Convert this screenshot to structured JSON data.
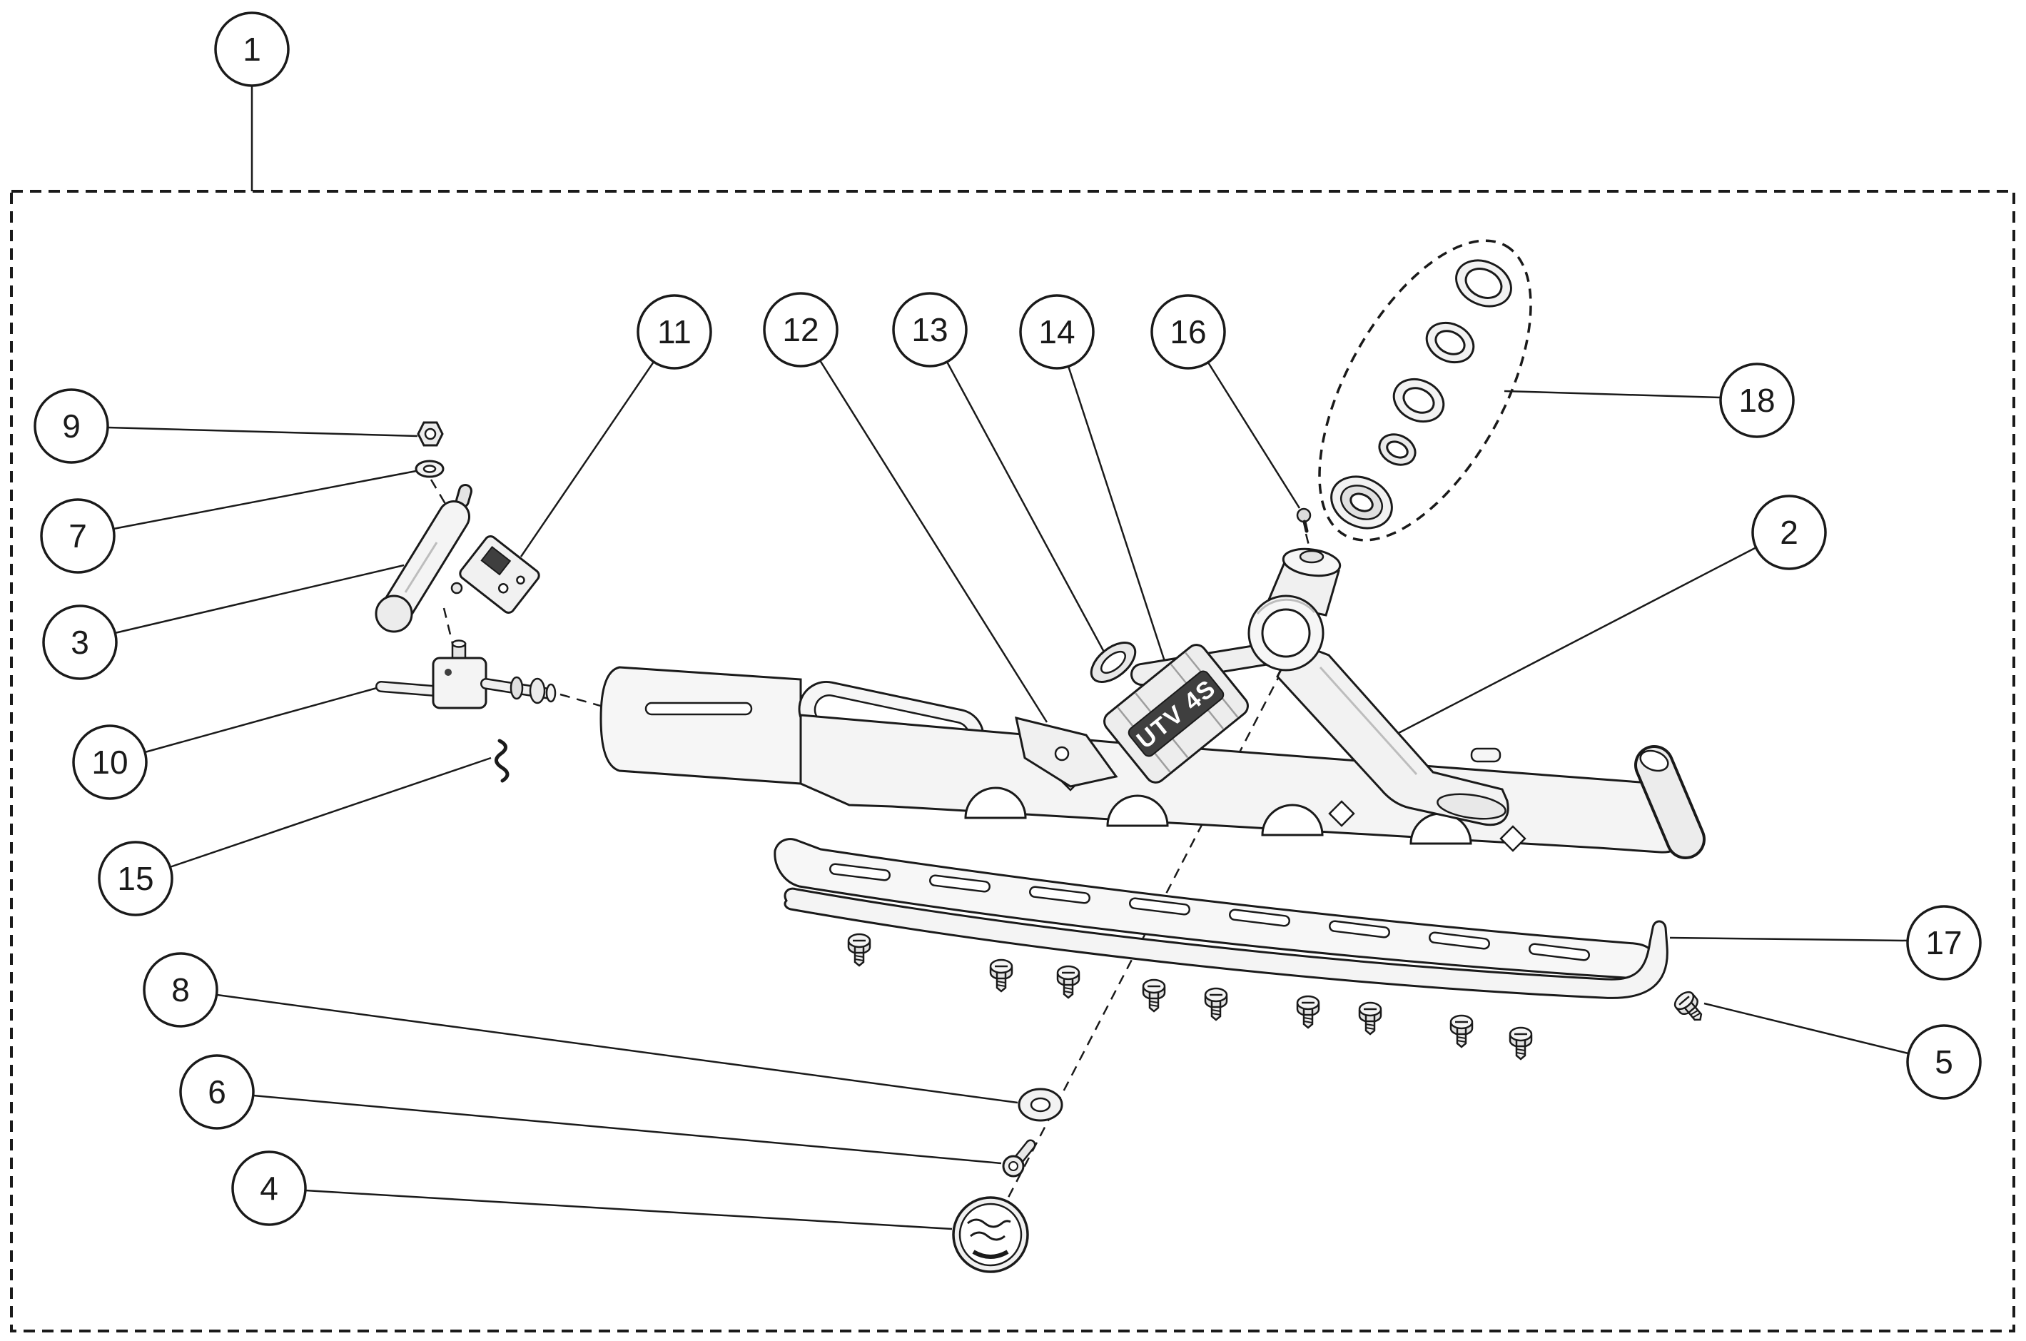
{
  "diagram": {
    "figure_type": "exploded parts diagram",
    "part_label_text": "UTV 4S",
    "colors": {
      "outline": "#1a1a1a",
      "paper": "#ffffff",
      "part_fill_light": "#f4f4f4",
      "part_fill_shade": "#e4e4e4",
      "label_plate_dark": "#3f3f3f"
    },
    "callouts": {
      "c1": "1",
      "c2": "2",
      "c3": "3",
      "c4": "4",
      "c5": "5",
      "c6": "6",
      "c7": "7",
      "c8": "8",
      "c9": "9",
      "c10": "10",
      "c11": "11",
      "c12": "12",
      "c13": "13",
      "c14": "14",
      "c15": "15",
      "c16": "16",
      "c17": "17",
      "c18": "18"
    }
  }
}
